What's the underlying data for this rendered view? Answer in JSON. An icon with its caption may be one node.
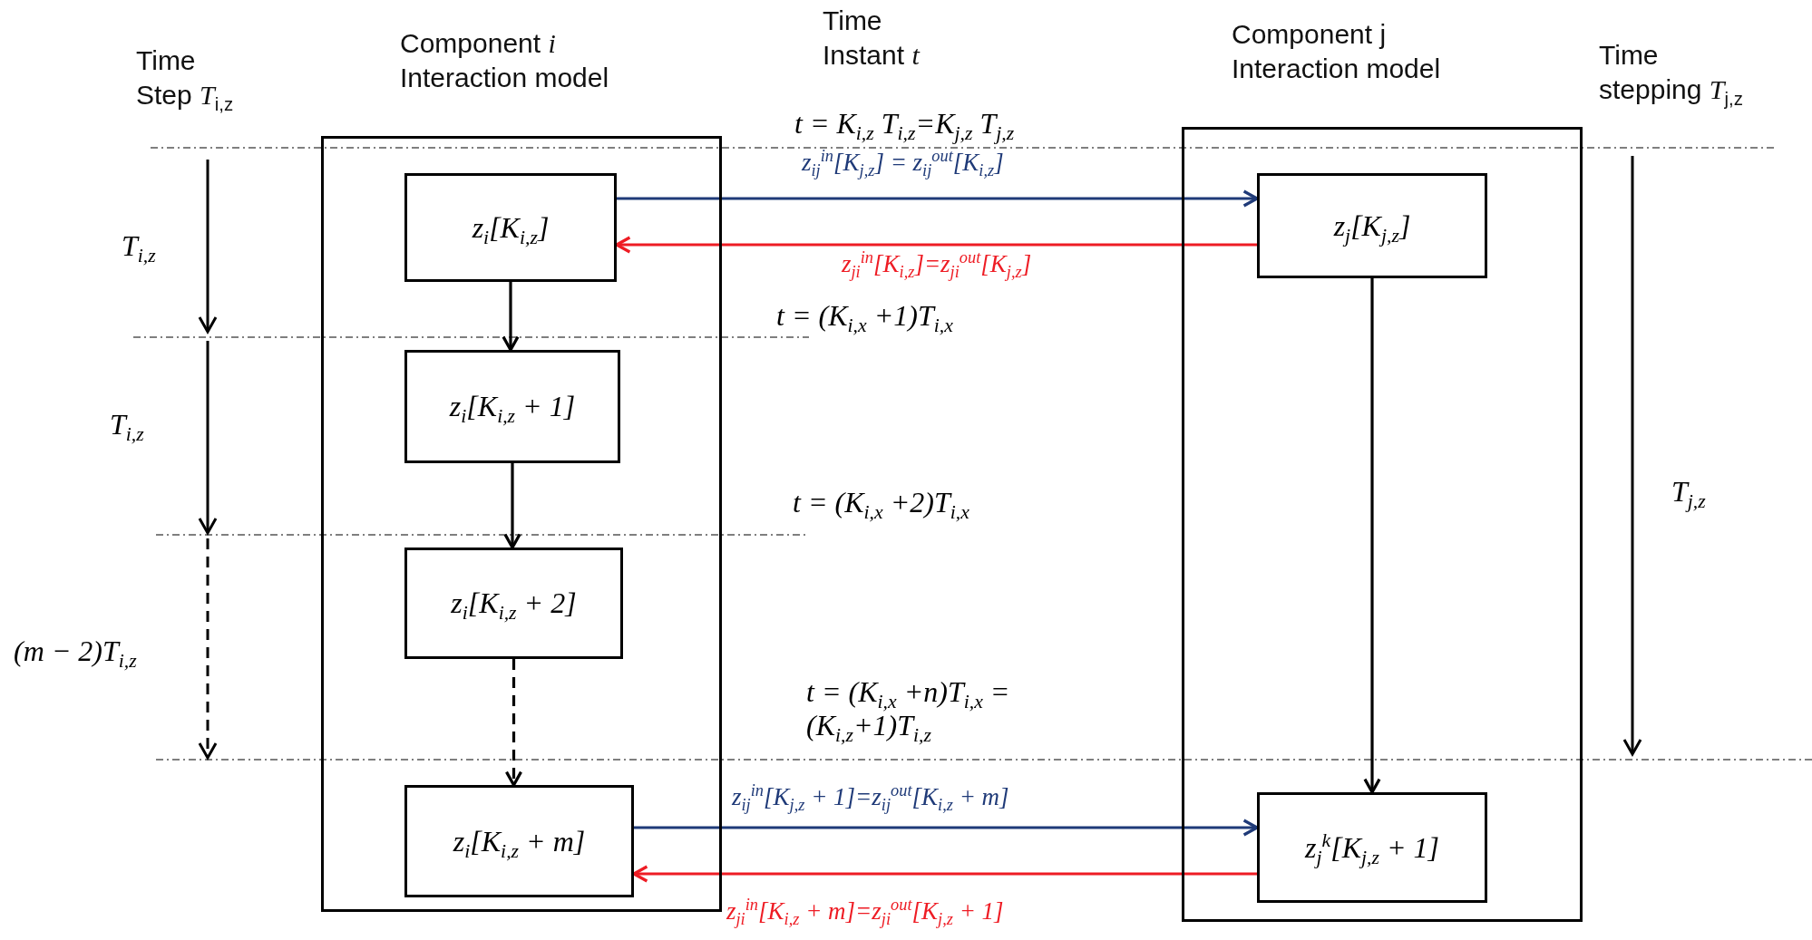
{
  "diagram": {
    "nodes": [
      {
        "text": [
          "Component *i* Interaction model"
        ]
      },
      {
        "text": [
          "z$_{i}$[K$_{i,z}$]"
        ],
        "in": 0
      },
      {
        "text": [
          "z$_{i}$[K$_{i,z}$ + 1]"
        ],
        "in": 0
      },
      {
        "text": [
          "z$_{i}$[K$_{i,z}$ + 2]"
        ],
        "in": 0
      },
      {
        "text": [
          "z$_{i}$[K$_{i,z}$ + m]"
        ],
        "in": 0
      },
      {
        "text": [
          "Component j Interaction model"
        ]
      },
      {
        "text": [
          "z$_{j}$[K$_{j,z}$]"
        ],
        "in": 5
      },
      {
        "text": [
          "z$_{j}$$^{k}$[K$_{j,z}$ + 1]"
        ],
        "in": 5
      }
    ],
    "edges": [
      {
        "from": 1,
        "to": 2,
        "arrow": "to"
      },
      {
        "from": 2,
        "to": 3,
        "arrow": "to"
      },
      {
        "from": 3,
        "to": 4,
        "arrow": "to",
        "style": "dashed"
      },
      {
        "from": 1,
        "to": 6,
        "arrow": "to",
        "label": "z$_{ij}$$^{in}$[K$_{j,z}$] = z$_{ij}$$^{out}$[K$_{i,z}$]",
        "color": "#1f3a78"
      },
      {
        "from": 6,
        "to": 1,
        "arrow": "to",
        "label": "z$_{ji}$$^{in}$[K$_{i,z}$]=z$_{ji}$$^{out}$[K$_{j,z}$]",
        "color": "#ee1c24"
      },
      {
        "from": 4,
        "to": 7,
        "arrow": "to",
        "label": "z$_{ij}$$^{in}$[K$_{j,z}$ + 1]=z$_{ij}$$^{out}$[K$_{i,z}$ + m]",
        "color": "#1f3a78"
      },
      {
        "from": 7,
        "to": 4,
        "arrow": "to",
        "label": "z$_{ji}$$^{in}$[K$_{i,z}$ + m]=z$_{ji}$$^{out}$[K$_{j,z}$ + 1]",
        "color": "#ee1c24"
      },
      {
        "from": 6,
        "to": 7,
        "arrow": "to"
      }
    ],
    "labels": [
      "Time Step *T*$_{i,z}$",
      "Time Instant *t*",
      "Time stepping *T*$_{j,z}$",
      "T$_{i,z}$",
      "T$_{i,z}$",
      "(m − 2)T$_{i,z}$",
      "T$_{j,z}$",
      "t = K$_{i,z}$ T$_{i,z}$=K$_{j,z}$ T$_{j,z}$",
      "t = (K$_{i,x}$ +1)T$_{i,x}$",
      "t = (K$_{i,x}$ +2)T$_{i,x}$",
      "t = (K$_{i,x}$ +n)T$_{i,x}$ = (K$_{i,z}$+1)T$_{i,z}$"
    ]
  }
}
